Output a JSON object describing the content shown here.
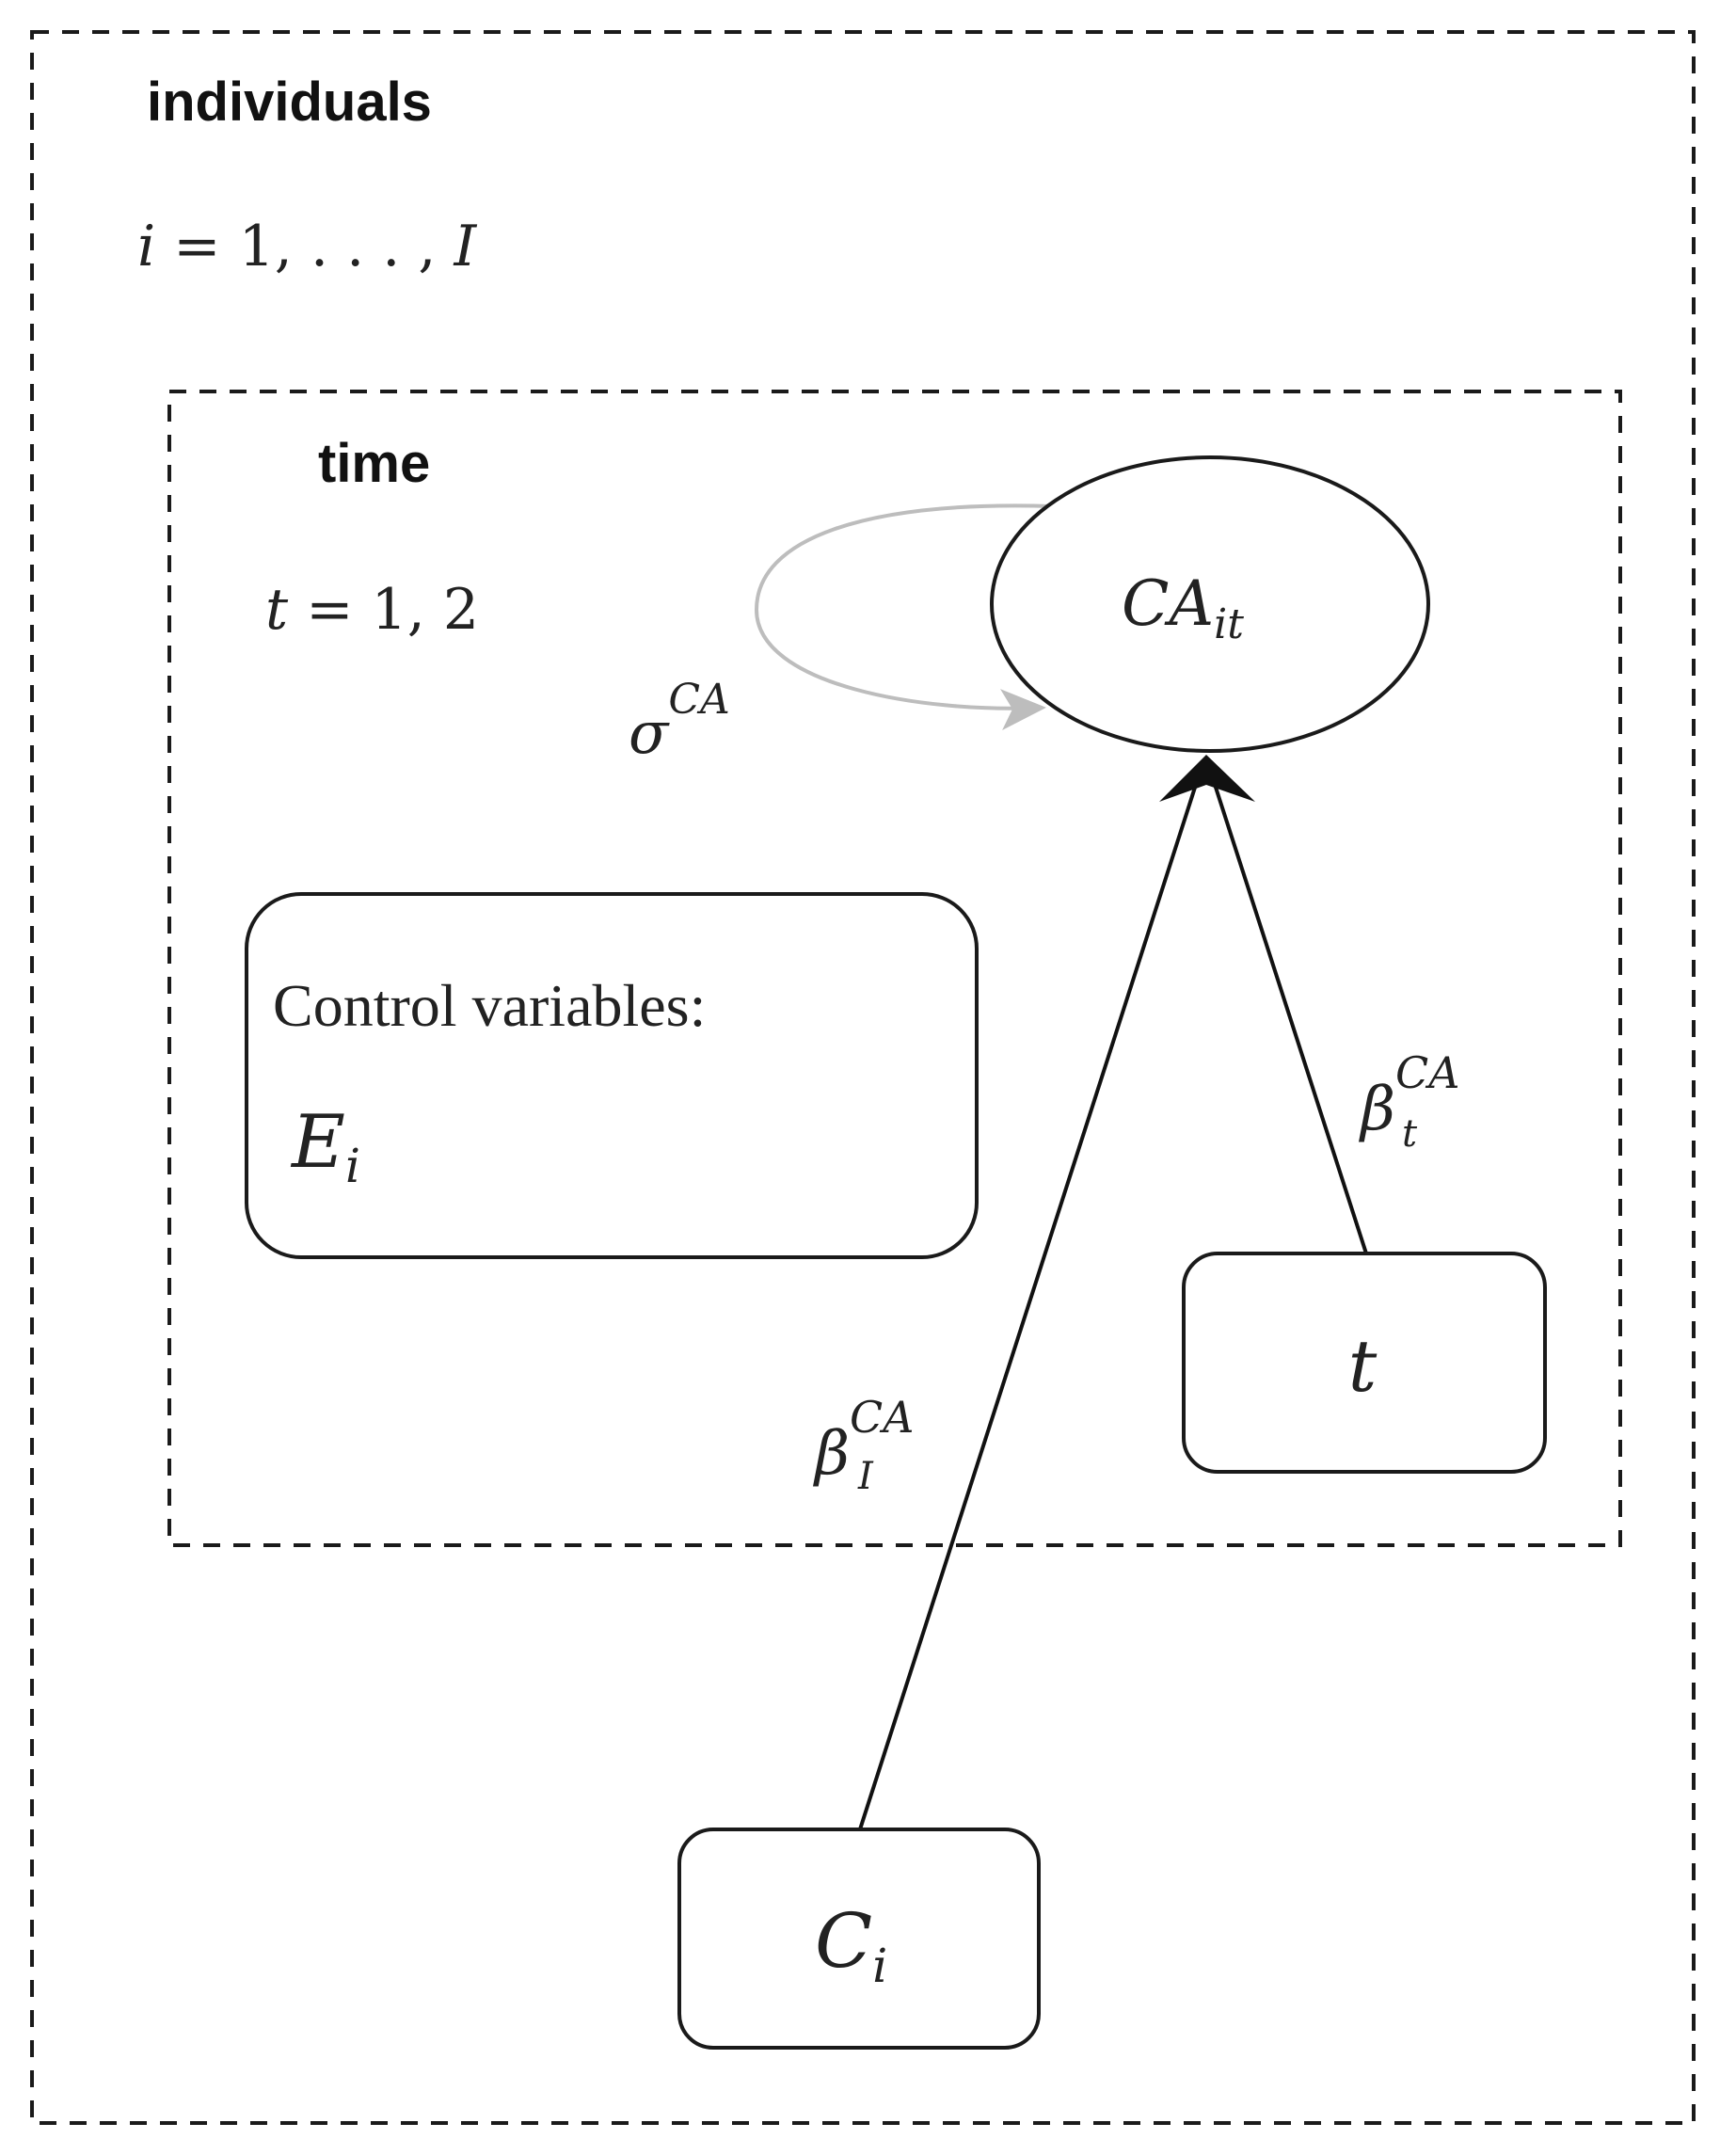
{
  "outer_plate": {
    "title": "individuals",
    "index_var": "i",
    "index_eq": " = 1, . . . , ",
    "index_end": "I"
  },
  "inner_plate": {
    "title": "time",
    "index_var": "t",
    "index_eq": " = 1, 2"
  },
  "node_ca": {
    "base": "CA",
    "sub": "it"
  },
  "self_loop": {
    "sym": "σ",
    "sup": "CA"
  },
  "controls": {
    "heading": "Control variables:",
    "var": "E",
    "sub": "i"
  },
  "node_t": {
    "label": "t"
  },
  "node_c": {
    "base": "C",
    "sub": "i"
  },
  "edge_t": {
    "sym": "β",
    "sup": "CA",
    "sub": "t"
  },
  "edge_c": {
    "sym": "β",
    "sup": "CA",
    "sub": "I"
  },
  "colors": {
    "stroke": "#1a1a1a",
    "loop": "#bdbdbd"
  }
}
